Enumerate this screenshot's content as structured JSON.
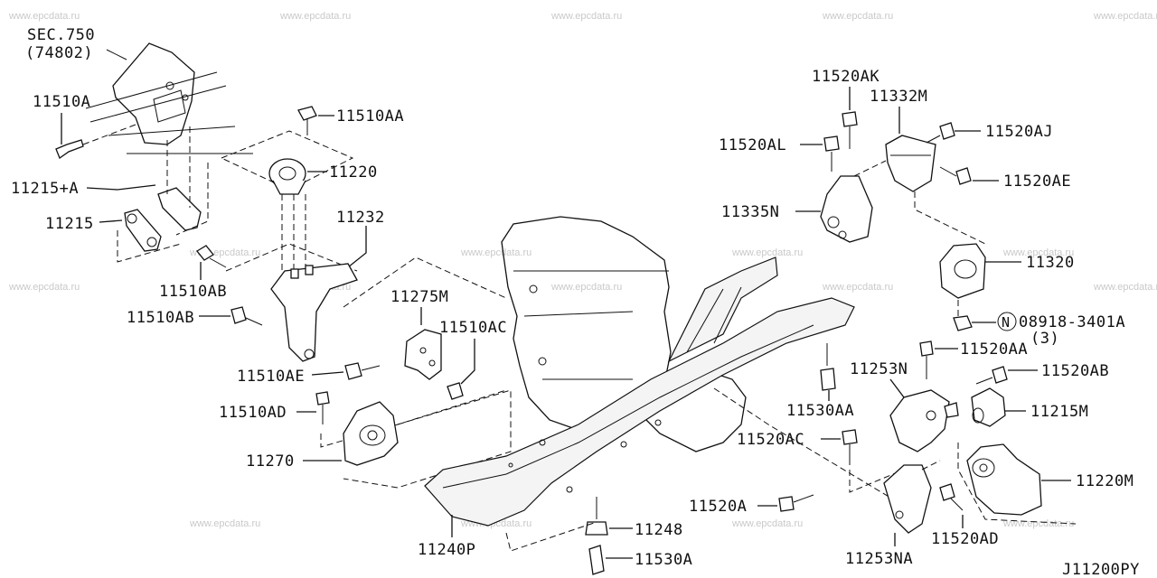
{
  "watermark": "www.epcdata.ru",
  "diagram_code": "J11200PY",
  "section_ref": {
    "line1": "SEC.750",
    "line2": "(74802)"
  },
  "qty_note": "(3)",
  "labels": {
    "p11510A": "11510A",
    "p11510AA": "11510AA",
    "p11220": "11220",
    "p11215pA": "11215+A",
    "p11215": "11215",
    "p11232": "11232",
    "p11510AB_1": "11510AB",
    "p11510AB_2": "11510AB",
    "p11275M": "11275M",
    "p11510AC": "11510AC",
    "p11510AE": "11510AE",
    "p11510AD": "11510AD",
    "p11270": "11270",
    "p11240P": "11240P",
    "p11248": "11248",
    "p11530A": "11530A",
    "p11520AK": "11520AK",
    "p11332M": "11332M",
    "p11520AL": "11520AL",
    "p11520AJ": "11520AJ",
    "p11520AE": "11520AE",
    "p11335N": "11335N",
    "p11320": "11320",
    "p08918": "08918-3401A",
    "p11520AA": "11520AA",
    "p11253N": "11253N",
    "p11520AB": "11520AB",
    "p11530AA": "11530AA",
    "p11215M": "11215M",
    "p11520AC": "11520AC",
    "p11220M": "11220M",
    "p11520A": "11520A",
    "p11520AD": "11520AD",
    "p11253NA": "11253NA"
  },
  "nut_symbol": "N",
  "colors": {
    "line": "#111111",
    "watermark": "#c9c9c9",
    "background": "#ffffff"
  }
}
